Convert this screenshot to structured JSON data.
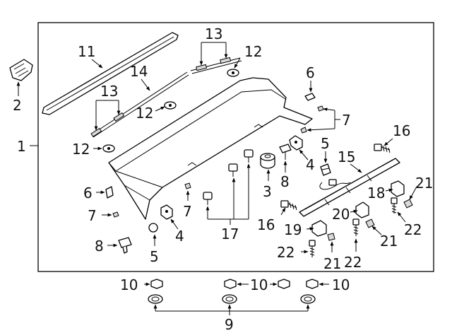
{
  "diagram": {
    "callouts": {
      "c1": "1",
      "c2": "2",
      "c3": "3",
      "c4a": "4",
      "c4b": "4",
      "c5a": "5",
      "c5b": "5",
      "c6a": "6",
      "c6b": "6",
      "c7a": "7",
      "c7b": "7",
      "c7c": "7",
      "c8a": "8",
      "c8b": "8",
      "c9": "9",
      "c10a": "10",
      "c10b": "10",
      "c10c": "10",
      "c11": "11",
      "c12a": "12",
      "c12b": "12",
      "c12c": "12",
      "c13a": "13",
      "c13b": "13",
      "c14": "14",
      "c15": "15",
      "c16a": "16",
      "c16b": "16",
      "c17": "17",
      "c18": "18",
      "c19": "19",
      "c20": "20",
      "c21a": "21",
      "c21b": "21",
      "c21c": "21",
      "c22a": "22",
      "c22b": "22",
      "c22c": "22"
    }
  }
}
